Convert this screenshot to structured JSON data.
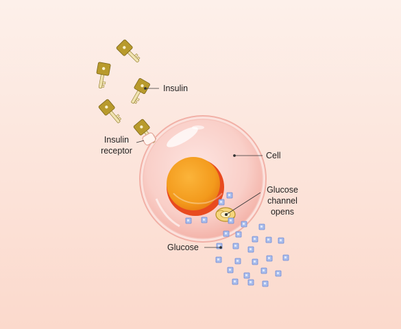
{
  "labels": {
    "insulin": "Insulin",
    "insulin_receptor_line1": "Insulin",
    "insulin_receptor_line2": "receptor",
    "cell": "Cell",
    "glucose_channel_line1": "Glucose",
    "glucose_channel_line2": "channel",
    "glucose_channel_line3": "opens",
    "glucose": "Glucose"
  },
  "colors": {
    "key_gold": "#b89a2c",
    "key_dark": "#7a6418",
    "cell_membrane": "#f3b3aa",
    "nucleus_orange": "#f29a1f",
    "nucleus_red": "#e84a1f",
    "glucose_blue": "#9fb7ea",
    "label_text": "#222222"
  },
  "icons": [
    "insulin-key-icon",
    "receptor-icon",
    "glucose-cube-icon",
    "glucose-channel-icon"
  ]
}
